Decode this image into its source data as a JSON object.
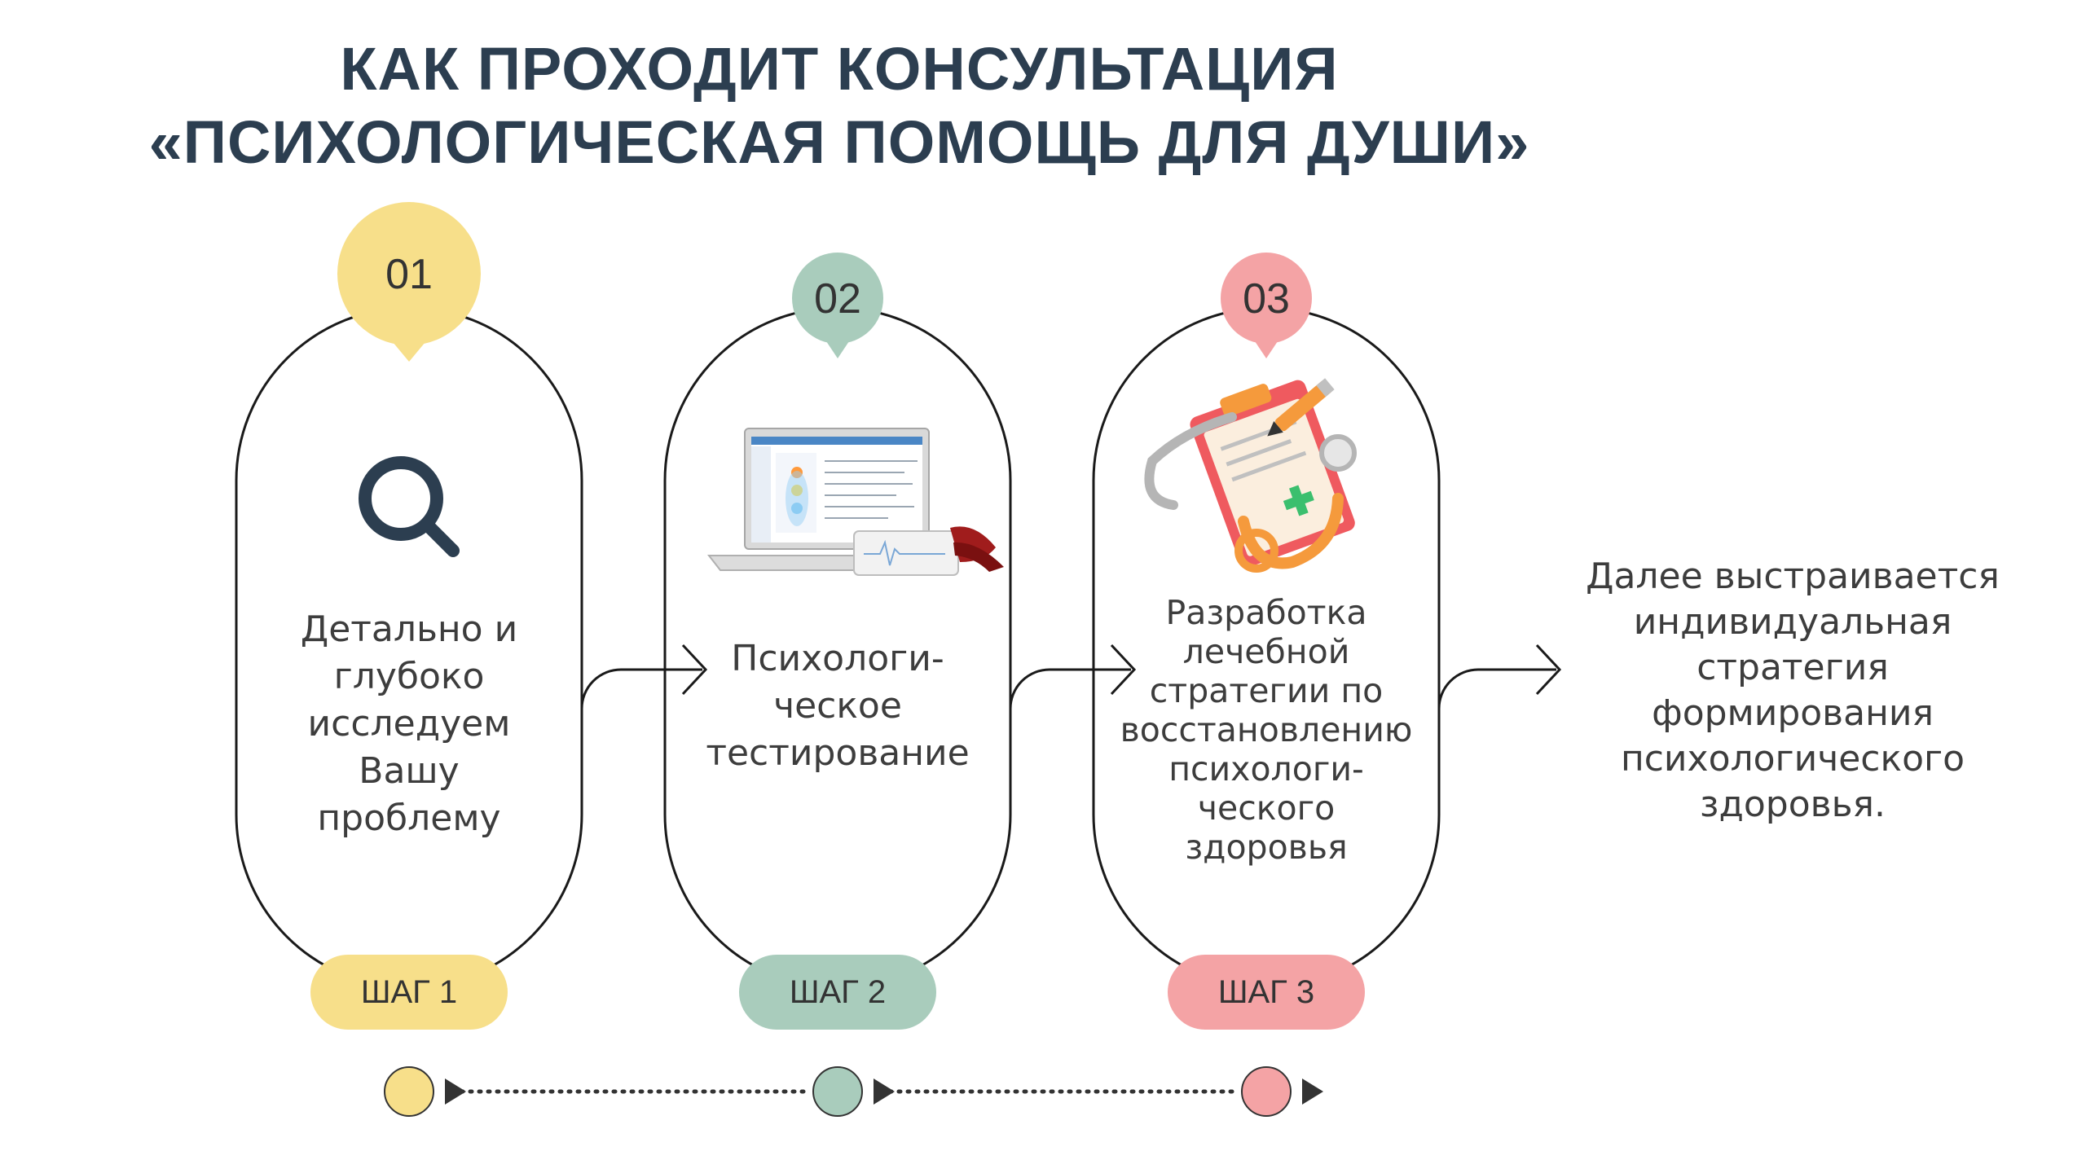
{
  "title": {
    "line1": "КАК ПРОХОДИТ КОНСУЛЬТАЦИЯ",
    "line2": "«ПСИХОЛОГИЧЕСКАЯ ПОМОЩЬ ДЛЯ ДУШИ»"
  },
  "colors": {
    "title": "#2c3e50",
    "step1": "#f7df8a",
    "step2": "#a9ccbc",
    "step3": "#f4a3a5",
    "outline": "#1a1a1a",
    "timeline": "#333333"
  },
  "steps": [
    {
      "number": "01",
      "icon": "magnifier-icon",
      "lines": [
        "Детально и",
        "глубоко",
        "исследуем",
        "Вашу",
        "проблему"
      ],
      "pill": "ШАГ 1"
    },
    {
      "number": "02",
      "icon": "laptop-test-icon",
      "lines": [
        "Психологи-",
        "ческое",
        "тестирование"
      ],
      "pill": "ШАГ 2"
    },
    {
      "number": "03",
      "icon": "clipboard-stethoscope-icon",
      "lines": [
        "Разработка",
        "лечебной",
        "стратегии по",
        "восстановлению",
        "психологи-",
        "ческого",
        "здоровья"
      ],
      "pill": "ШАГ 3"
    }
  ],
  "final": {
    "lines": [
      "Далее выстраивается",
      "индивидуальная",
      "стратегия",
      "формирования",
      "психологического",
      "здоровья."
    ]
  }
}
